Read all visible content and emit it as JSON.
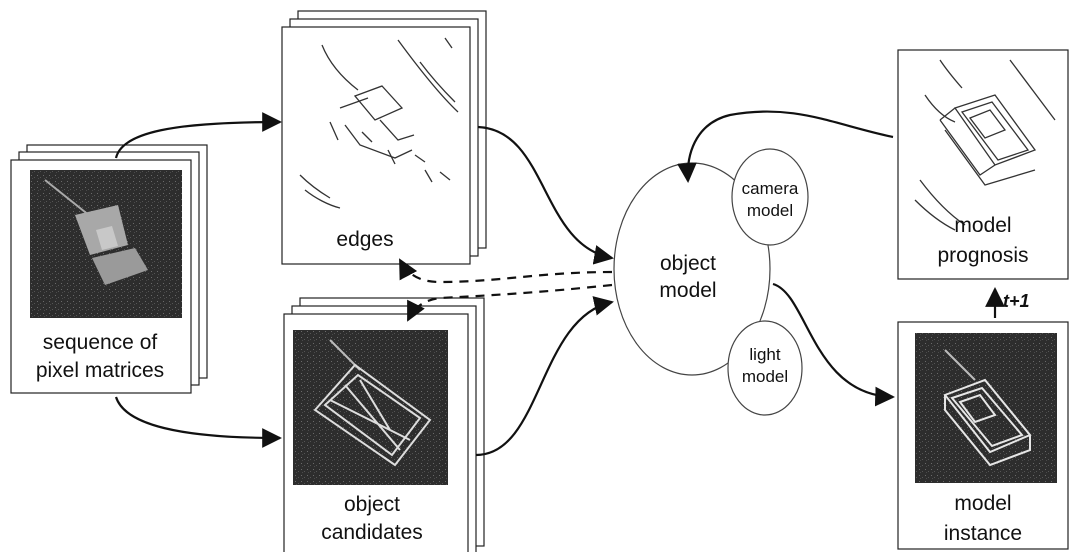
{
  "labels": {
    "sequence_line1": "sequence of",
    "sequence_line2": "pixel matrices",
    "edges": "edges",
    "candidates_line1": "object",
    "candidates_line2": "candidates",
    "object_model_line1": "object",
    "object_model_line2": "model",
    "camera_line1": "camera",
    "camera_line2": "model",
    "light_line1": "light",
    "light_line2": "model",
    "prognosis_line1": "model",
    "prognosis_line2": "prognosis",
    "instance_line1": "model",
    "instance_line2": "instance",
    "time_step": "t+1"
  },
  "colors": {
    "ink": "#111111",
    "image_dark": "#2b2b2b",
    "image_light": "#d8d8d8"
  }
}
